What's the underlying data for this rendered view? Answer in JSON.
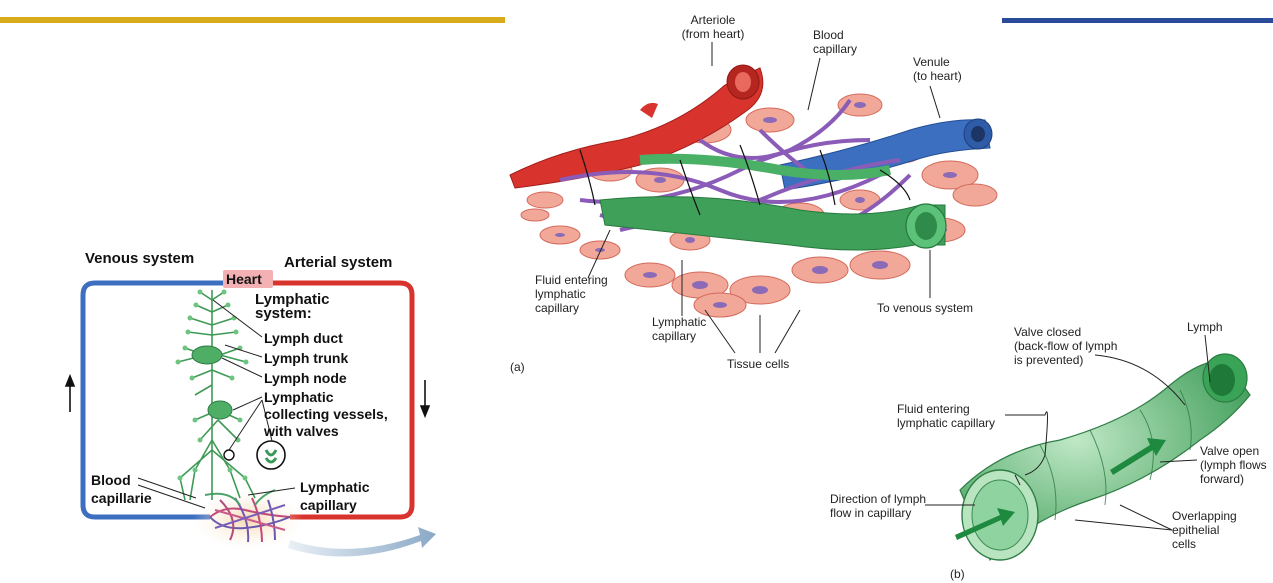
{
  "colors": {
    "accent_gold": "#d8ab1b",
    "accent_blue": "#2a4a9a",
    "artery_red": "#d8332c",
    "vein_blue": "#3d6fc0",
    "lymph_green": "#3fa05a",
    "capillary_purple": "#8a5cb8",
    "tissue_pink": "#f2a898"
  },
  "left_diagram": {
    "venous_system": "Venous system",
    "heart": "Heart",
    "arterial_system": "Arterial system",
    "lymphatic_system": "Lymphatic\nsystem:",
    "lymph_duct": "Lymph duct",
    "lymph_trunk": "Lymph trunk",
    "lymph_node": "Lymph node",
    "collecting_vessels": "Lymphatic\ncollecting vessels,\nwith valves",
    "blood_capillarie": "Blood\ncapillarie",
    "lymphatic_capillary": "Lymphatic\ncapillary"
  },
  "diagram_a": {
    "arteriole": "Arteriole\n(from heart)",
    "blood_capillary": "Blood\ncapillary",
    "venule": "Venule\n(to heart)",
    "fluid_entering": "Fluid entering\nlymphatic\ncapillary",
    "lymphatic_capillary": "Lymphatic\ncapillary",
    "tissue_cells": "Tissue cells",
    "to_venous": "To venous system",
    "panel_label": "(a)"
  },
  "diagram_b": {
    "valve_closed": "Valve closed\n(back-flow of lymph\nis prevented)",
    "lymph": "Lymph",
    "fluid_entering": "Fluid entering\nlymphatic capillary",
    "valve_open": "Valve open\n(lymph flows\nforward)",
    "direction": "Direction of lymph\nflow in capillary",
    "overlapping": "Overlapping\nepithelial\ncells",
    "panel_label": "(b)"
  }
}
